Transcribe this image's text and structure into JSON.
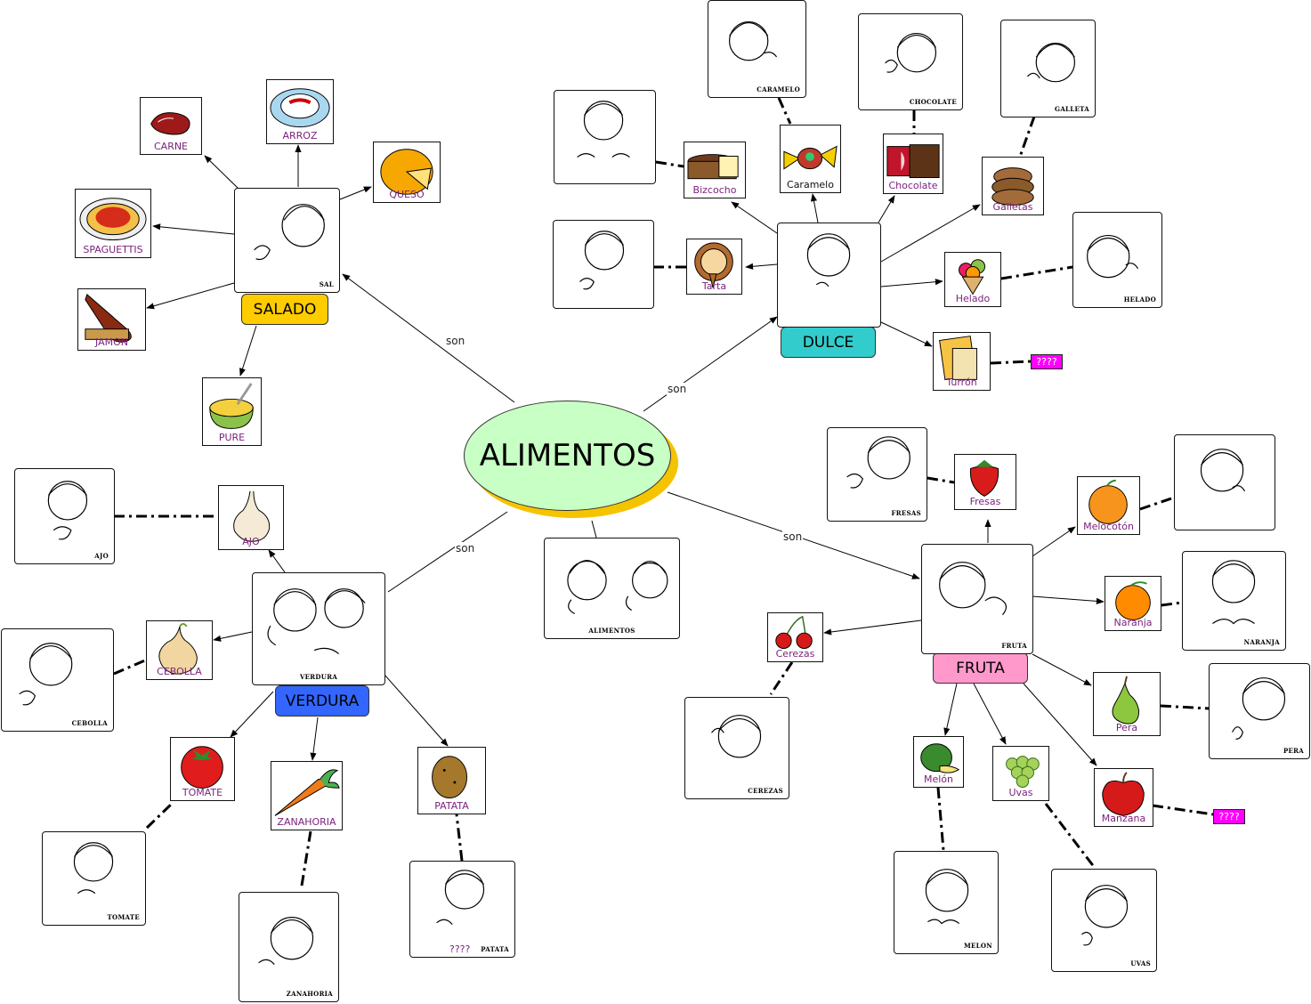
{
  "center": {
    "label": "ALIMENTOS"
  },
  "link_label": "son",
  "colors": {
    "center_fill": "#c8ffc4",
    "center_shadow": "#f5c400",
    "salado": "#ffcc00",
    "dulce": "#33cccc",
    "verdura": "#3366ff",
    "fruta": "#ff99cc",
    "unknown": "#ff00ff",
    "food_label": "#7a1f7a"
  },
  "categories": {
    "salado": "SALADO",
    "dulce": "DULCE",
    "verdura": "VERDURA",
    "fruta": "FRUTA"
  },
  "signs": {
    "alimentos": "ALIMENTOS",
    "sal": "SAL",
    "verdura": "VERDURA",
    "fruta": "FRUTA",
    "caramelo": "CARAMELO",
    "chocolate": "CHOCOLATE",
    "galleta": "GALLETA",
    "helado": "HELADO",
    "ajo": "AJO",
    "cebolla": "CEBOLLA",
    "tomate": "TOMATE",
    "zanahoria": "ZANAHORIA",
    "patata": "PATATA",
    "fresas": "FRESAS",
    "naranja": "NARANJA",
    "pera": "PERA",
    "cerezas": "CEREZAS",
    "melon": "MELON",
    "uvas": "UVAS"
  },
  "foods": {
    "carne": "CARNE",
    "arroz": "ARROZ",
    "queso": "QUESO",
    "spaguettis": "SPAGUETTIS",
    "jamon": "JAMON",
    "pure": "PURE",
    "bizcocho": "Bizcocho",
    "caramelo": "Caramelo",
    "chocolate": "Chocolate",
    "galletas": "Galletas",
    "tarta": "Tarta",
    "helado": "Helado",
    "turron": "Turrón",
    "ajo": "AJO",
    "cebolla": "CEBOLLA",
    "tomate": "TOMATE",
    "zanahoria": "ZANAHORIA",
    "patata": "PATATA",
    "fresas": "Fresas",
    "melocoton": "Melocotón",
    "naranja": "Naranja",
    "pera": "Pera",
    "manzana": "Manzana",
    "cerezas": "Cerezas",
    "melon": "Melón",
    "uvas": "Uvas"
  },
  "unknown_labels": {
    "turron": "????",
    "manzana": "????",
    "patata_sign": "????"
  }
}
